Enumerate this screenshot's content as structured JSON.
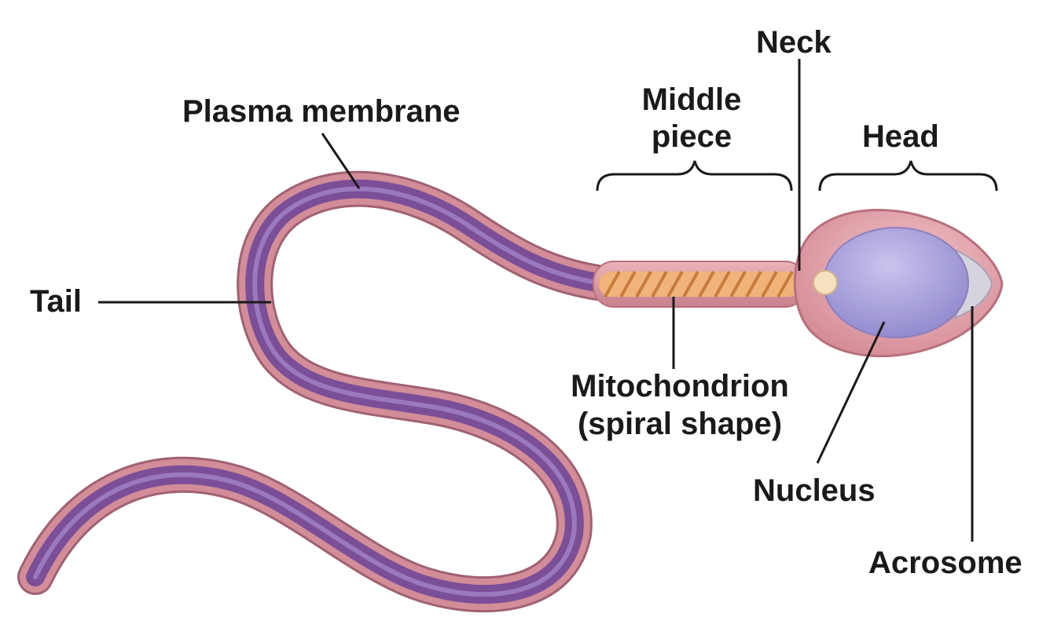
{
  "labels": {
    "neck": "Neck",
    "middle_piece_line1": "Middle",
    "middle_piece_line2": "piece",
    "head": "Head",
    "plasma_membrane": "Plasma membrane",
    "tail": "Tail",
    "mitochondrion_line1": "Mitochondrion",
    "mitochondrion_line2": "(spiral shape)",
    "nucleus": "Nucleus",
    "acrosome": "Acrosome"
  },
  "colors": {
    "tail_outer": "#a06272",
    "tail_membrane": "#d28d98",
    "tail_core": "#7a4f97",
    "tail_core_highlight": "#a98ccf",
    "head_body": "#e7a6ae",
    "head_outline": "#b8707c",
    "nucleus": "#a9a3dc",
    "nucleus_outline": "#8a7fbf",
    "acrosome": "#d7d3de",
    "mitochondrion": "#f0b47a",
    "mitochondrion_stripe": "#c97b3c",
    "centriole": "#f6e2c0",
    "leader_line": "#1a1a1a"
  }
}
